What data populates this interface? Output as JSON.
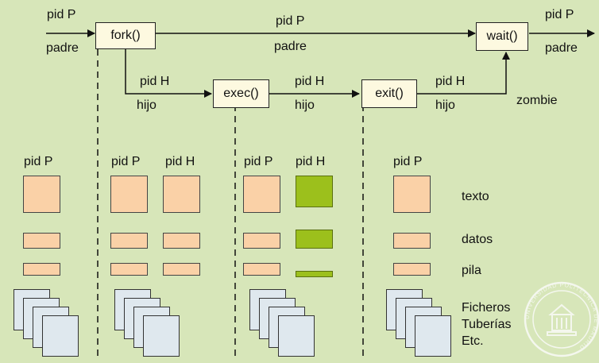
{
  "flow": {
    "top_pid": "pid P",
    "top_padre": "padre",
    "fork": "fork()",
    "mid_pid": "pid P",
    "mid_padre": "padre",
    "wait": "wait()",
    "out_pid": "pid P",
    "out_padre": "padre",
    "h1_pid": "pid H",
    "h1_hijo": "hijo",
    "exec": "exec()",
    "h2_pid": "pid H",
    "h2_hijo": "hijo",
    "exit": "exit()",
    "h3_pid": "pid H",
    "h3_hijo": "hijo",
    "zombie": "zombie"
  },
  "columns": [
    {
      "headers": [
        "pid P"
      ]
    },
    {
      "headers": [
        "pid P",
        "pid H"
      ]
    },
    {
      "headers": [
        "pid P",
        "pid H"
      ]
    },
    {
      "headers": [
        "pid P"
      ]
    }
  ],
  "legend": {
    "texto": "texto",
    "datos": "datos",
    "pila": "pila",
    "ficheros": "Ficheros",
    "tuberias": "Tuberías",
    "etc": "Etc."
  },
  "colors": {
    "background": "#d7e6b9",
    "parent_segment": "#fad1a7",
    "child_segment_after_exec": "#9cc01c",
    "box": "#fdf9e0",
    "file": "#dfe8ee"
  },
  "seal": {
    "text": "UNIVERSIDAD POLITÉCNICA DE MADRID"
  }
}
